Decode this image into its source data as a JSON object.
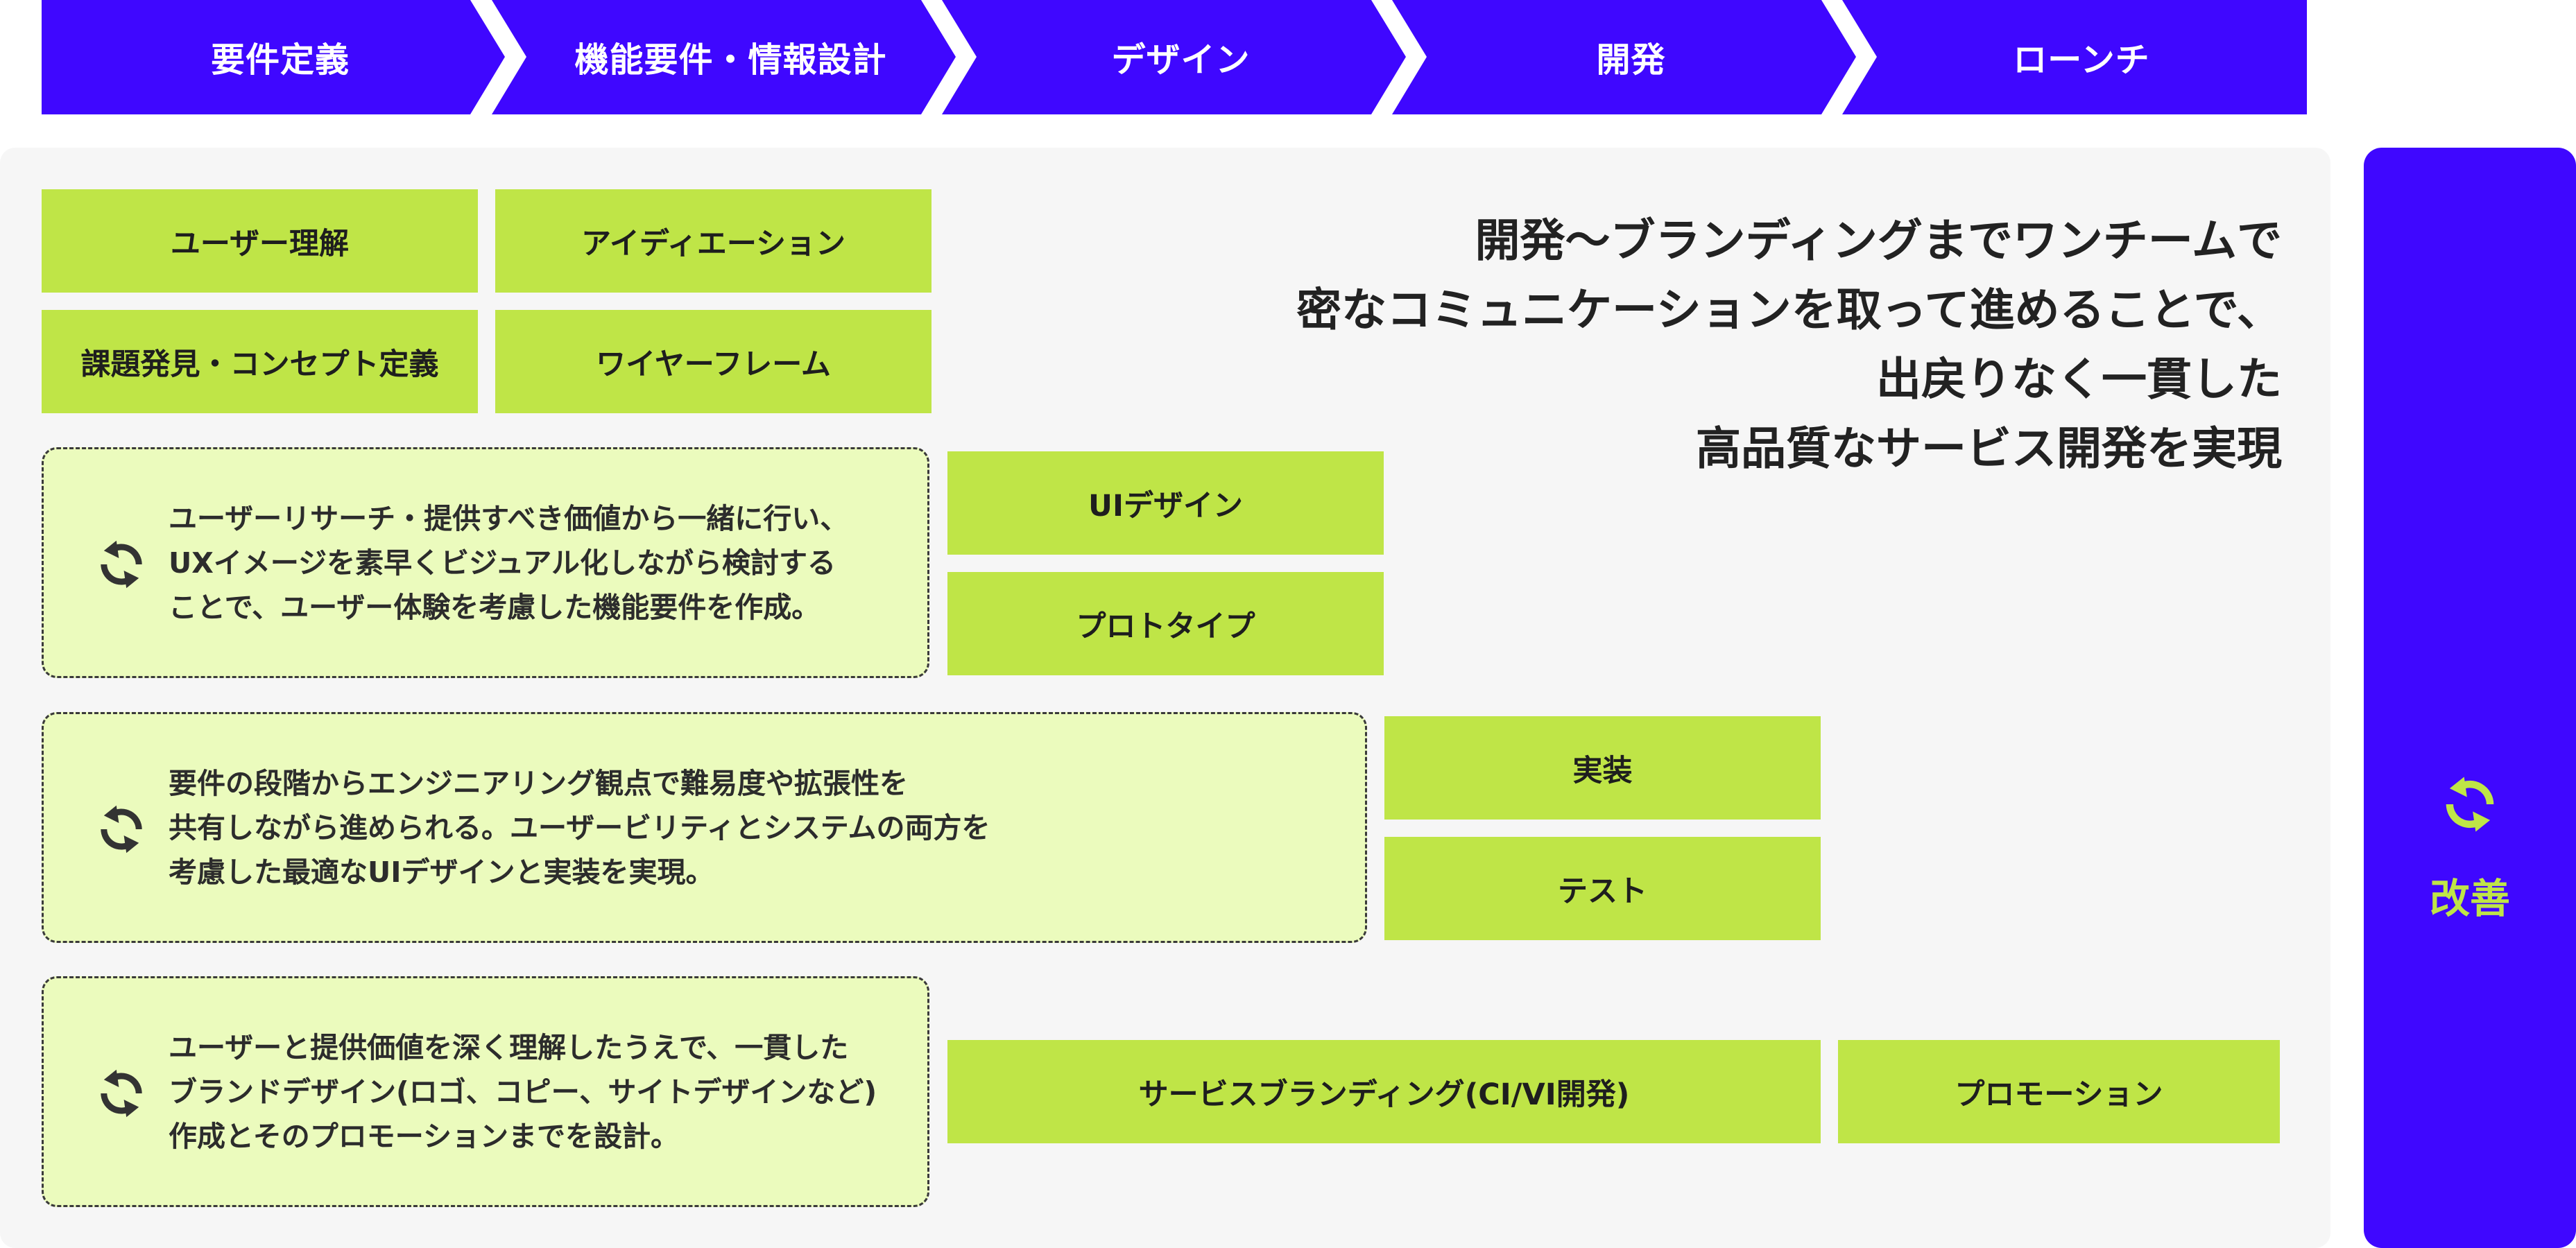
{
  "phases": [
    "要件定義",
    "機能要件・情報設計",
    "デザイン",
    "開発",
    "ローンチ"
  ],
  "boxes": {
    "user_understanding": "ユーザー理解",
    "ideation": "アイディエーション",
    "problem_discovery": "課題発見・コンセプト定義",
    "wireframe": "ワイヤーフレーム",
    "ui_design": "UIデザイン",
    "prototype": "プロトタイプ",
    "implementation": "実装",
    "test": "テスト",
    "service_branding": "サービスブランディング(CI/VI開発)",
    "promotion": "プロモーション"
  },
  "notes": [
    {
      "lines": [
        "ユーザーリサーチ・提供すべき価値から一緒に行い、",
        "UXイメージを素早くビジュアル化しながら検討する",
        "ことで、ユーザー体験を考慮した機能要件を作成。"
      ]
    },
    {
      "lines": [
        "要件の段階からエンジニアリング観点で難易度や拡張性を",
        "共有しながら進められる。ユーザービリティとシステムの両方を",
        "考慮した最適なUIデザインと実装を実現。"
      ]
    },
    {
      "lines": [
        "ユーザーと提供価値を深く理解したうえで、一貫した",
        "ブランドデザイン(ロゴ、コピー、サイトデザインなど)",
        "作成とそのプロモーションまでを設計。"
      ]
    }
  ],
  "headline": [
    "開発〜ブランディングまでワンチームで",
    "密なコミュニケーションを取って進めることで、",
    "出戻りなく一貫した",
    "高品質なサービス開発を実現"
  ],
  "improve": {
    "label": "改善",
    "icon": "refresh-cycle-icon"
  },
  "colors": {
    "purple": "#3f07ff",
    "lime": "#bfe547",
    "pale_lime": "#ebfbbd",
    "panel": "#f6f6f6"
  }
}
